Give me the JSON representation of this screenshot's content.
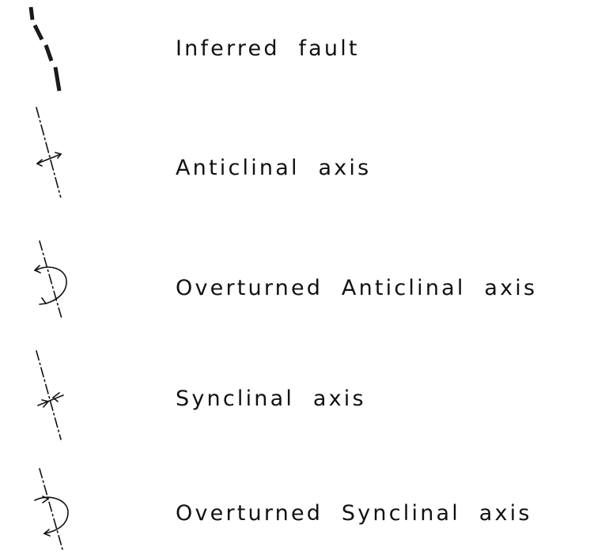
{
  "legend": {
    "items": [
      {
        "label": "Inferred  fault",
        "symbol": "inferred-fault"
      },
      {
        "label": "Anticlinal  axis",
        "symbol": "anticlinal-axis"
      },
      {
        "label": "Overturned  Anticlinal  axis",
        "symbol": "overturned-anticlinal-axis"
      },
      {
        "label": "Synclinal  axis",
        "symbol": "synclinal-axis"
      },
      {
        "label": "Overturned  Synclinal  axis",
        "symbol": "overturned-synclinal-axis"
      }
    ]
  }
}
